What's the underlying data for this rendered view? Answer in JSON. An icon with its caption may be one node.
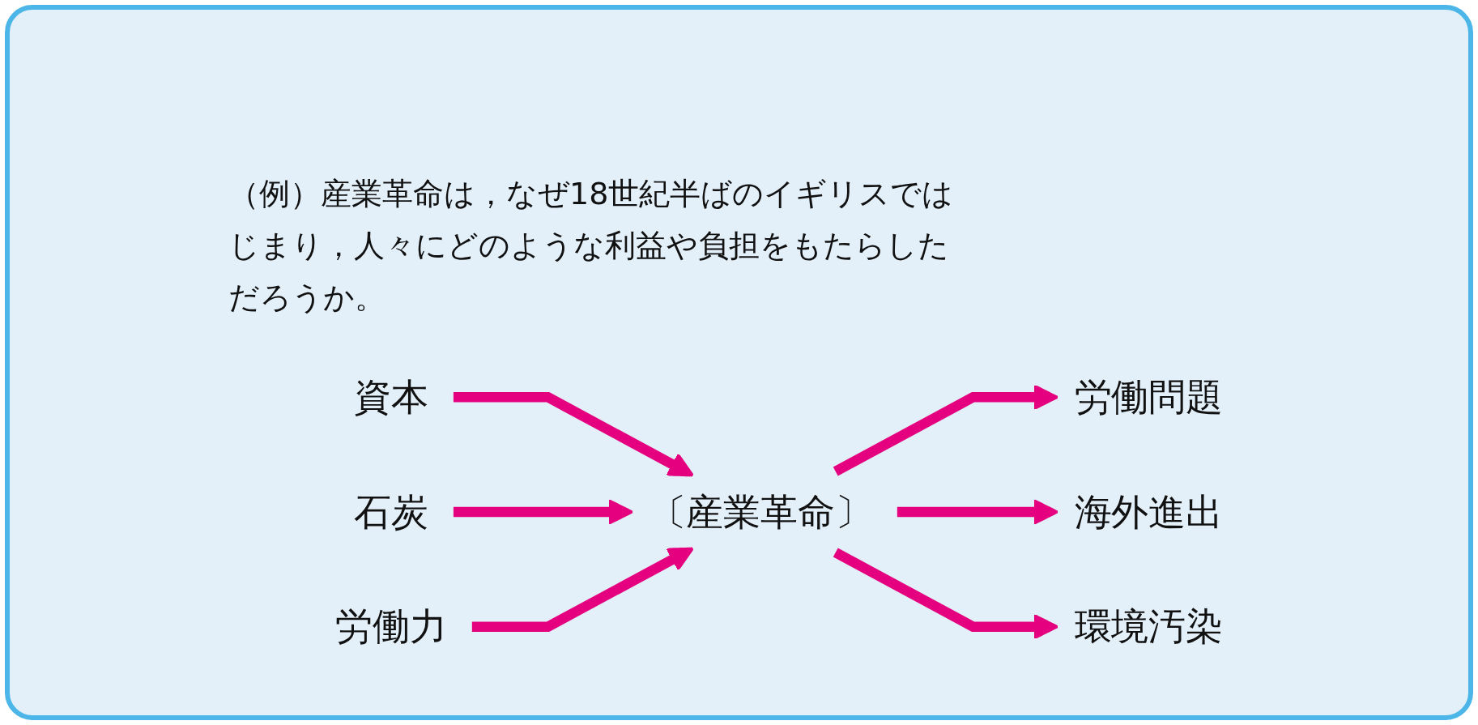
{
  "diagram": {
    "title": "（例）産業革命は，なぜ18世紀半ばのイギリスではじまり，人々にどのような利益や負担をもたらしただろうか。",
    "nodes": [
      {
        "text": [
          "資本"
        ]
      },
      {
        "text": [
          "石炭"
        ]
      },
      {
        "text": [
          "労働力"
        ]
      },
      {
        "text": [
          "〔産業革命〕"
        ]
      },
      {
        "text": [
          "労働問題"
        ]
      },
      {
        "text": [
          "海外進出"
        ]
      },
      {
        "text": [
          "環境汚染"
        ]
      }
    ],
    "edges": [
      {
        "from": 0,
        "to": 3,
        "arrow": "to"
      },
      {
        "from": 1,
        "to": 3,
        "arrow": "to"
      },
      {
        "from": 2,
        "to": 3,
        "arrow": "to"
      },
      {
        "from": 3,
        "to": 4,
        "arrow": "to"
      },
      {
        "from": 3,
        "to": 5,
        "arrow": "to"
      },
      {
        "from": 3,
        "to": 6,
        "arrow": "to"
      }
    ]
  }
}
